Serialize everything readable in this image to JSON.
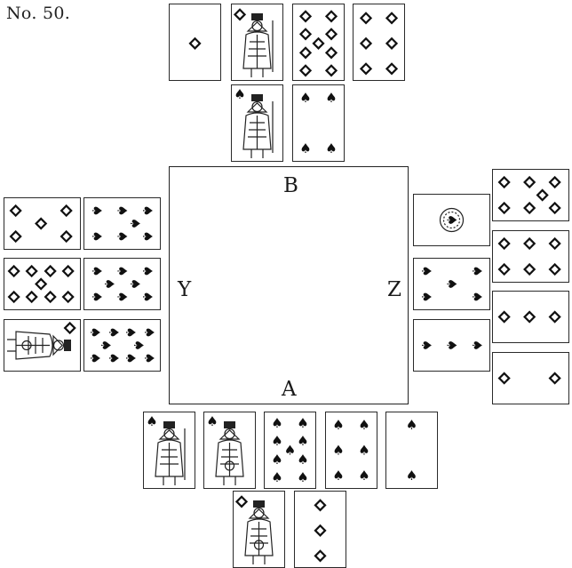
{
  "title": "No. 50.",
  "seats": {
    "north": "B",
    "south": "A",
    "west": "Y",
    "east": "Z"
  },
  "icons": {
    "spade": "♠",
    "diamond": "◇"
  },
  "suit_colors": {
    "spade": "#111111",
    "diamond": "#ffffff"
  },
  "hands": {
    "north": [
      {
        "card": "ace-of-diamonds",
        "suit": "diamond",
        "rank": "A"
      },
      {
        "card": "jack-of-diamonds",
        "suit": "diamond",
        "rank": "J"
      },
      {
        "card": "nine-of-diamonds",
        "suit": "diamond",
        "rank": "9"
      },
      {
        "card": "six-of-diamonds",
        "suit": "diamond",
        "rank": "6"
      },
      {
        "card": "jack-of-spades",
        "suit": "spade",
        "rank": "J"
      },
      {
        "card": "four-of-spades",
        "suit": "spade",
        "rank": "4"
      }
    ],
    "west": [
      {
        "card": "five-of-diamonds",
        "suit": "diamond",
        "rank": "5"
      },
      {
        "card": "nine-of-diamonds",
        "suit": "diamond",
        "rank": "9"
      },
      {
        "card": "queen-of-diamonds",
        "suit": "diamond",
        "rank": "Q"
      },
      {
        "card": "seven-of-spades",
        "suit": "spade",
        "rank": "7"
      },
      {
        "card": "eight-of-spades",
        "suit": "spade",
        "rank": "8"
      },
      {
        "card": "ten-of-spades",
        "suit": "spade",
        "rank": "10"
      }
    ],
    "east": [
      {
        "card": "ace-of-spades",
        "suit": "spade",
        "rank": "A"
      },
      {
        "card": "five-of-spades",
        "suit": "spade",
        "rank": "5"
      },
      {
        "card": "three-of-spades",
        "suit": "spade",
        "rank": "3"
      },
      {
        "card": "seven-of-diamonds",
        "suit": "diamond",
        "rank": "7"
      },
      {
        "card": "six-of-diamonds",
        "suit": "diamond",
        "rank": "6"
      },
      {
        "card": "three-of-diamonds",
        "suit": "diamond",
        "rank": "3"
      },
      {
        "card": "two-of-diamonds",
        "suit": "diamond",
        "rank": "2"
      }
    ],
    "south": [
      {
        "card": "king-of-spades",
        "suit": "spade",
        "rank": "K"
      },
      {
        "card": "queen-of-spades",
        "suit": "spade",
        "rank": "Q"
      },
      {
        "card": "nine-of-spades",
        "suit": "spade",
        "rank": "9"
      },
      {
        "card": "six-of-spades",
        "suit": "spade",
        "rank": "6"
      },
      {
        "card": "two-of-spades",
        "suit": "spade",
        "rank": "2"
      },
      {
        "card": "queen-of-diamonds",
        "suit": "diamond",
        "rank": "Q"
      },
      {
        "card": "three-of-diamonds",
        "suit": "diamond",
        "rank": "3"
      }
    ]
  }
}
